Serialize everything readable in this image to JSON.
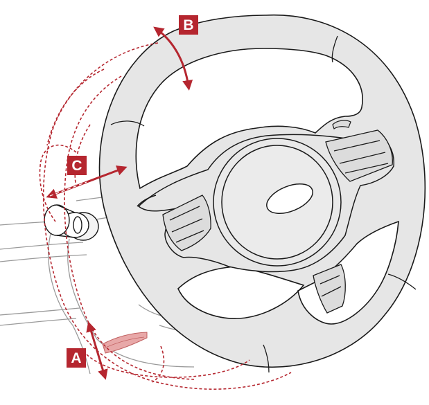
{
  "diagram": {
    "labels": {
      "A": "A",
      "B": "B",
      "C": "C"
    }
  },
  "colors": {
    "accent_red": "#b5262f",
    "wheel_fill": "#e6e6e6",
    "line": "#1a1a1a",
    "faint_line": "#8c8c8c",
    "lever": "#e8a8a8"
  }
}
